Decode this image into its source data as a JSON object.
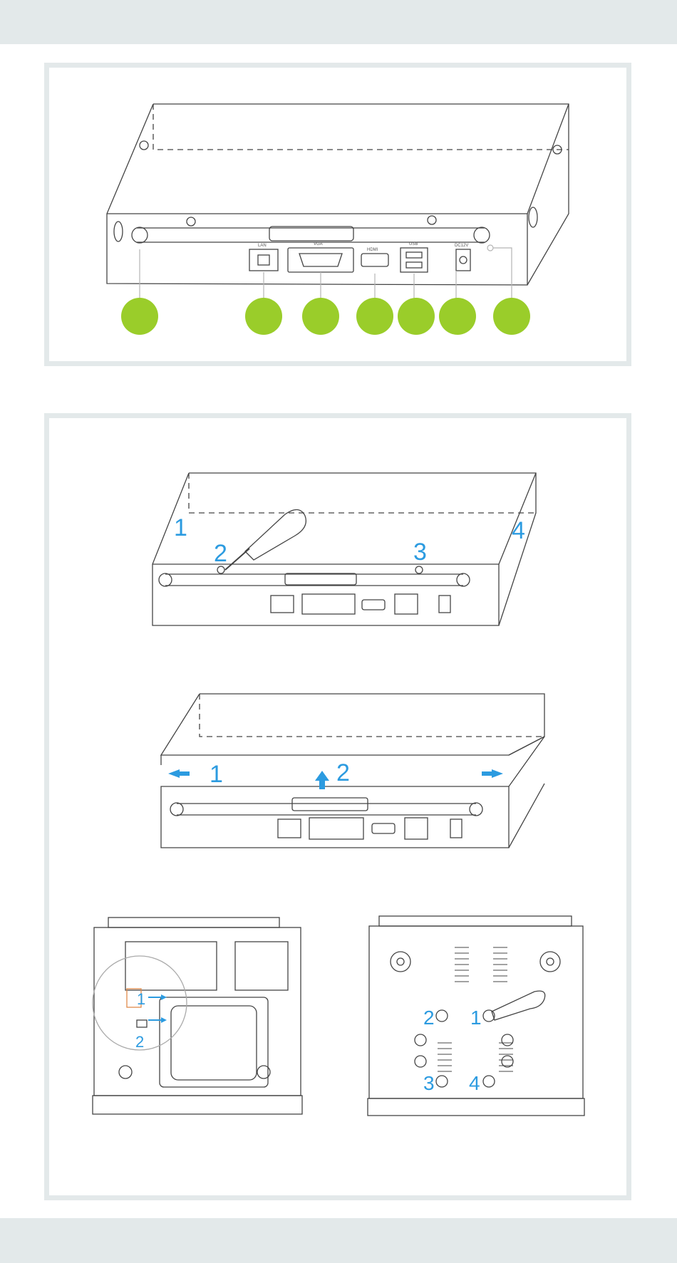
{
  "colors": {
    "band": "#e3e9ea",
    "panel_border": "#e3e9ea",
    "callout": "#9acd2a",
    "step_blue": "#2c9be0",
    "line": "#444444"
  },
  "ports": {
    "lan": "LAN",
    "vga": "VGA",
    "hdmi": "HDMI",
    "usb": "USB",
    "power": "DC12V"
  },
  "steps": {
    "remove_screws": [
      "1",
      "2",
      "3",
      "4"
    ],
    "slide_cover": [
      "1",
      "2"
    ],
    "connect_cables": [
      "1",
      "2"
    ],
    "bottom_screws": [
      "1",
      "2",
      "3",
      "4"
    ]
  }
}
